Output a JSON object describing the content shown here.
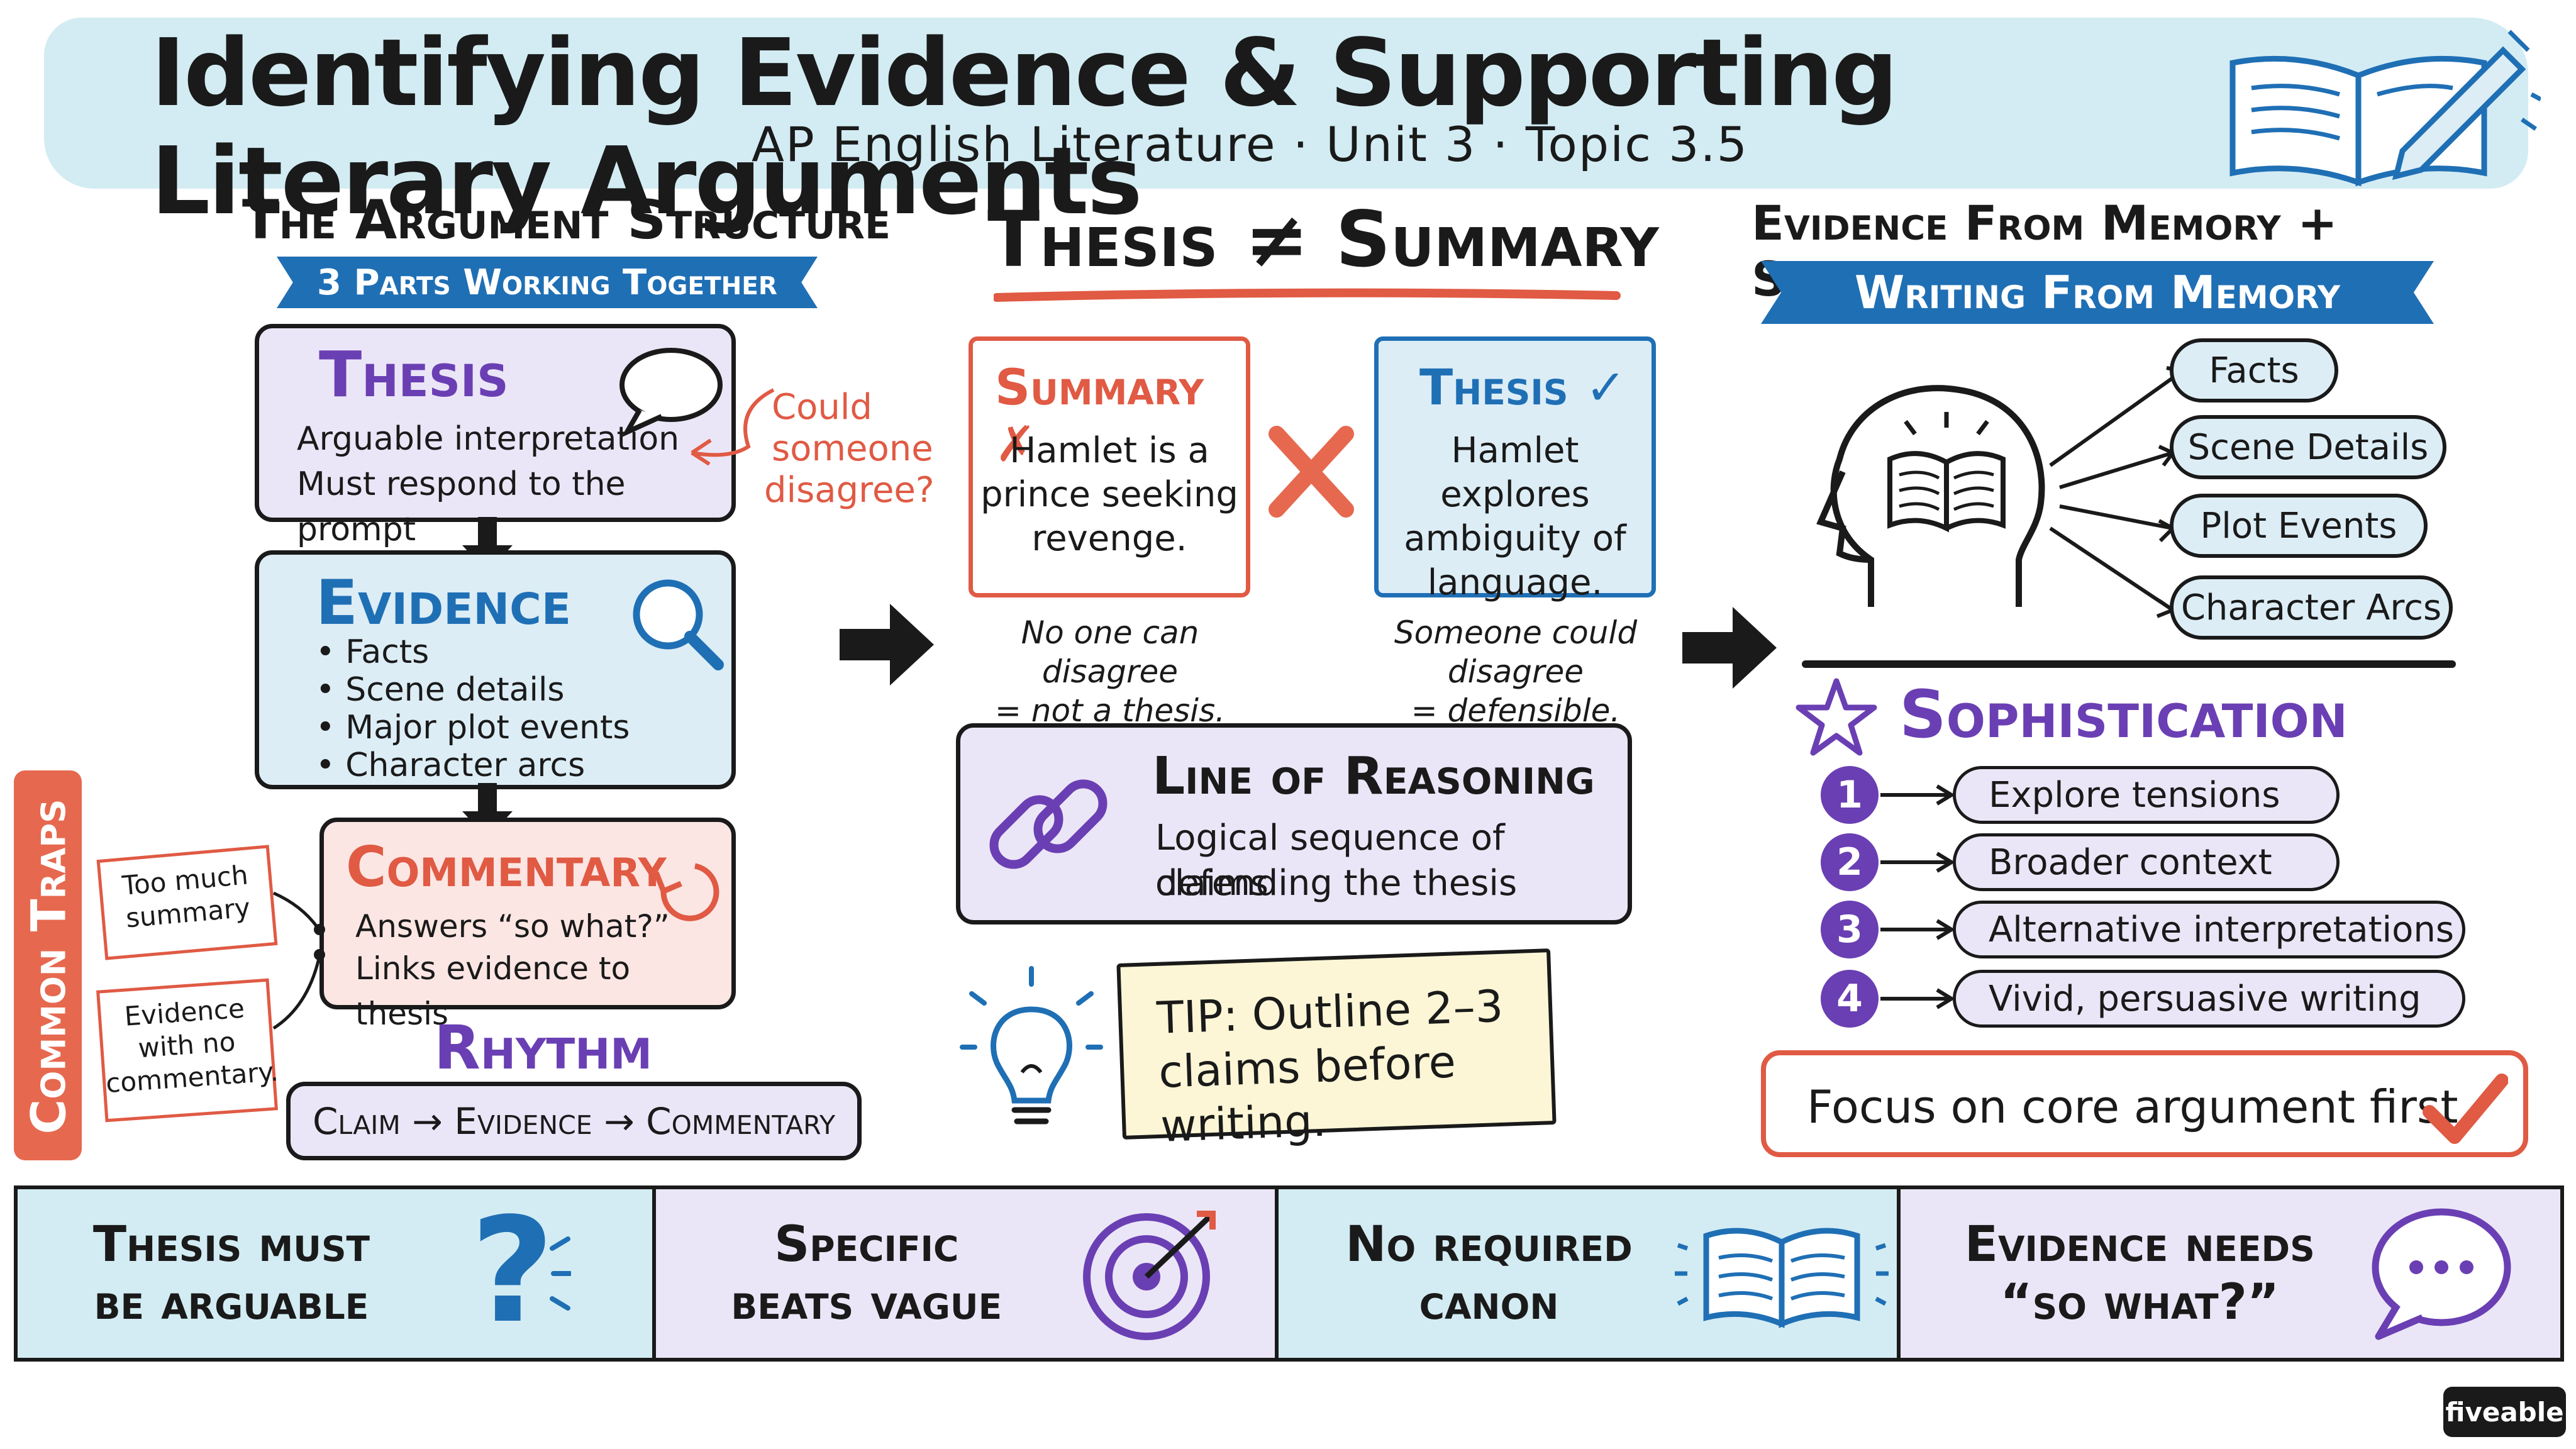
{
  "header": {
    "title": "Identifying Evidence & Supporting Literary Arguments",
    "subtitle": "AP English Literature · Unit 3 · Topic 3.5"
  },
  "left": {
    "heading": "The Argument Structure",
    "ribbon": "3 Parts Working Together",
    "thesis": {
      "title": "Thesis",
      "lines": [
        "Arguable interpretation",
        "Must respond to the prompt"
      ]
    },
    "callout": [
      "Could",
      "someone",
      "disagree?"
    ],
    "evidence": {
      "title": "Evidence",
      "items": [
        "Facts",
        "Scene details",
        "Major plot events",
        "Character arcs"
      ]
    },
    "commentary": {
      "title": "Commentary",
      "lines": [
        "Answers “so what?”",
        "Links evidence to thesis"
      ]
    },
    "rhythm": {
      "title": "Rhythm",
      "text": "Claim → Evidence → Commentary"
    },
    "traps": {
      "label": "Common Traps",
      "items": [
        [
          "Too much",
          "summary"
        ],
        [
          "Evidence",
          "with no",
          "commentary."
        ]
      ]
    }
  },
  "middle": {
    "heading": "Thesis ≠ Summary",
    "summary": {
      "title": "Summary ✗",
      "lines": [
        "Hamlet is a",
        "prince seeking",
        "revenge."
      ],
      "note": [
        "No one can disagree",
        "= not a thesis."
      ]
    },
    "thesis": {
      "title": "Thesis ✓",
      "lines": [
        "Hamlet explores",
        "ambiguity of",
        "language."
      ],
      "note": [
        "Someone could disagree",
        "= defensible."
      ]
    },
    "reasoning": {
      "title": "Line of Reasoning",
      "lines": [
        "Logical sequence of claims",
        "defending the thesis"
      ]
    },
    "tip": [
      "TIP: Outline 2–3",
      "claims before writing."
    ]
  },
  "right": {
    "heading": "Evidence From Memory + Sophistication",
    "ribbon": "Writing From Memory",
    "memory_items": [
      "Facts",
      "Scene Details",
      "Plot Events",
      "Character Arcs"
    ],
    "sophistication": {
      "title": "Sophistication",
      "items": [
        {
          "num": "1",
          "label": "Explore tensions"
        },
        {
          "num": "2",
          "label": "Broader context"
        },
        {
          "num": "3",
          "label": "Alternative interpretations"
        },
        {
          "num": "4",
          "label": "Vivid, persuasive writing"
        }
      ]
    },
    "focus": "Focus on core argument first."
  },
  "bottom": [
    {
      "lines": [
        "Thesis must",
        "be arguable"
      ],
      "icon": "question-mark-icon"
    },
    {
      "lines": [
        "Specific",
        "beats vague"
      ],
      "icon": "target-icon"
    },
    {
      "lines": [
        "No required",
        "canon"
      ],
      "icon": "open-book-icon"
    },
    {
      "lines": [
        "Evidence needs",
        "“so what?”"
      ],
      "icon": "speech-bubble-icon"
    }
  ],
  "brand": "fiveable",
  "colors": {
    "purple": "#6a3fb3",
    "blue": "#1f6fb5",
    "red": "#e05a44",
    "light_blue": "#d3ecf3",
    "light_purple": "#ebe6f7"
  }
}
